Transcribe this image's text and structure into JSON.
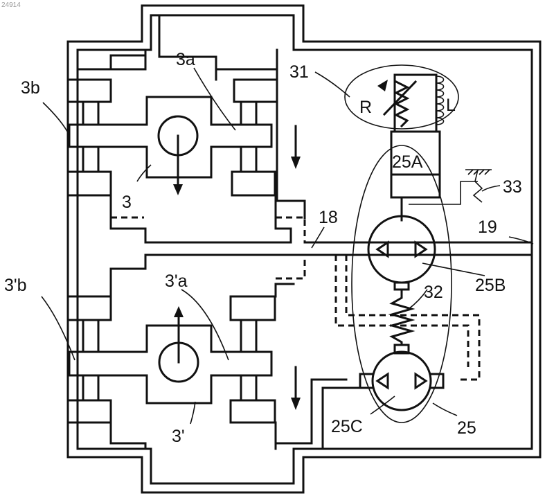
{
  "watermark": "24914",
  "labels": {
    "l3b": "3b",
    "l3a": "3a",
    "l3": "3",
    "l3pb": "3'b",
    "l3pa": "3'a",
    "l3p": "3'",
    "l31": "31",
    "lR": "R",
    "lL": "L",
    "l25A": "25A",
    "l33": "33",
    "l18": "18",
    "l19": "19",
    "l25B": "25B",
    "l32": "32",
    "l25C": "25C",
    "l25": "25"
  }
}
